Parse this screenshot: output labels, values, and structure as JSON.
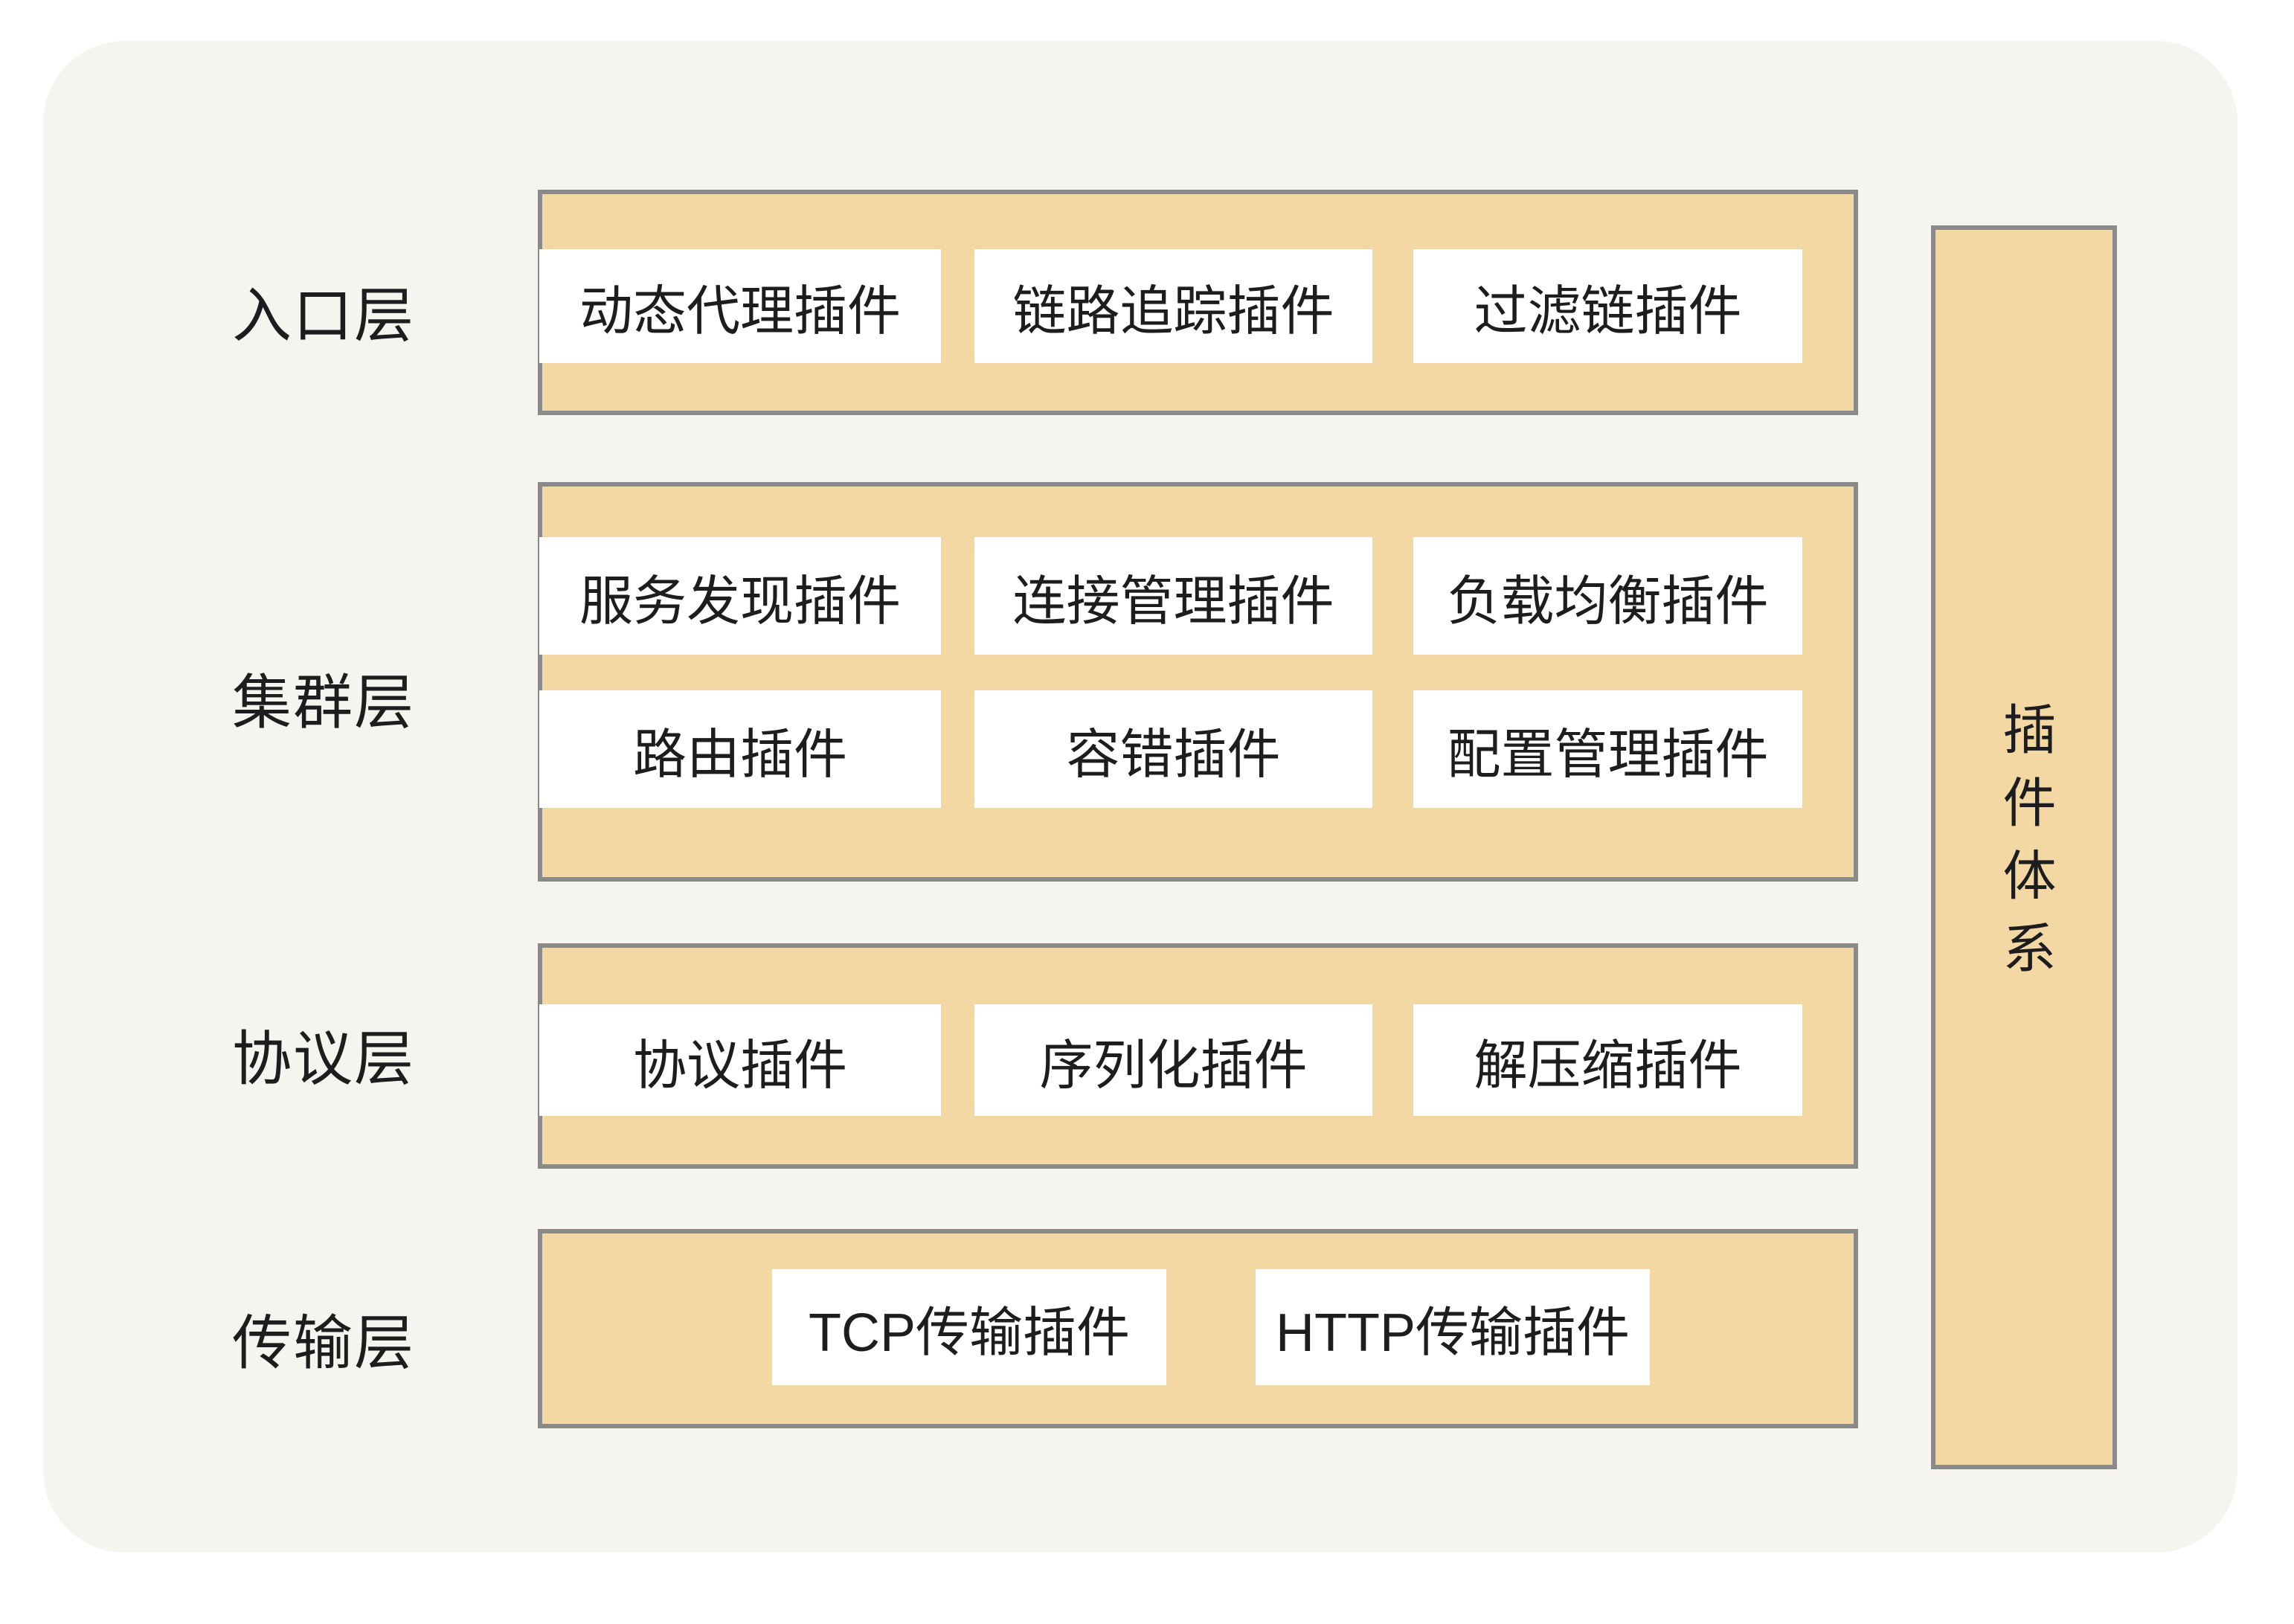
{
  "diagram": {
    "rows": [
      {
        "label": "入口层",
        "plugins": [
          "动态代理插件",
          "链路追踪插件",
          "过滤链插件"
        ]
      },
      {
        "label": "集群层",
        "plugins": [
          "服务发现插件",
          "连接管理插件",
          "负载均衡插件",
          "路由插件",
          "容错插件",
          "配置管理插件"
        ]
      },
      {
        "label": "协议层",
        "plugins": [
          "协议插件",
          "序列化插件",
          "解压缩插件"
        ]
      },
      {
        "label": "传输层",
        "plugins": [
          "TCP传输插件",
          "HTTP传输插件"
        ]
      }
    ],
    "side_bar": {
      "label": "插件体系"
    },
    "colors": {
      "page_bg": "#ffffff",
      "canvas_bg": "#f5f4ee",
      "layer_bg": "#f3d8a3",
      "layer_border": "#8a8a8a",
      "plugin_bg": "#ffffff",
      "text": "#1d1d1f"
    }
  }
}
